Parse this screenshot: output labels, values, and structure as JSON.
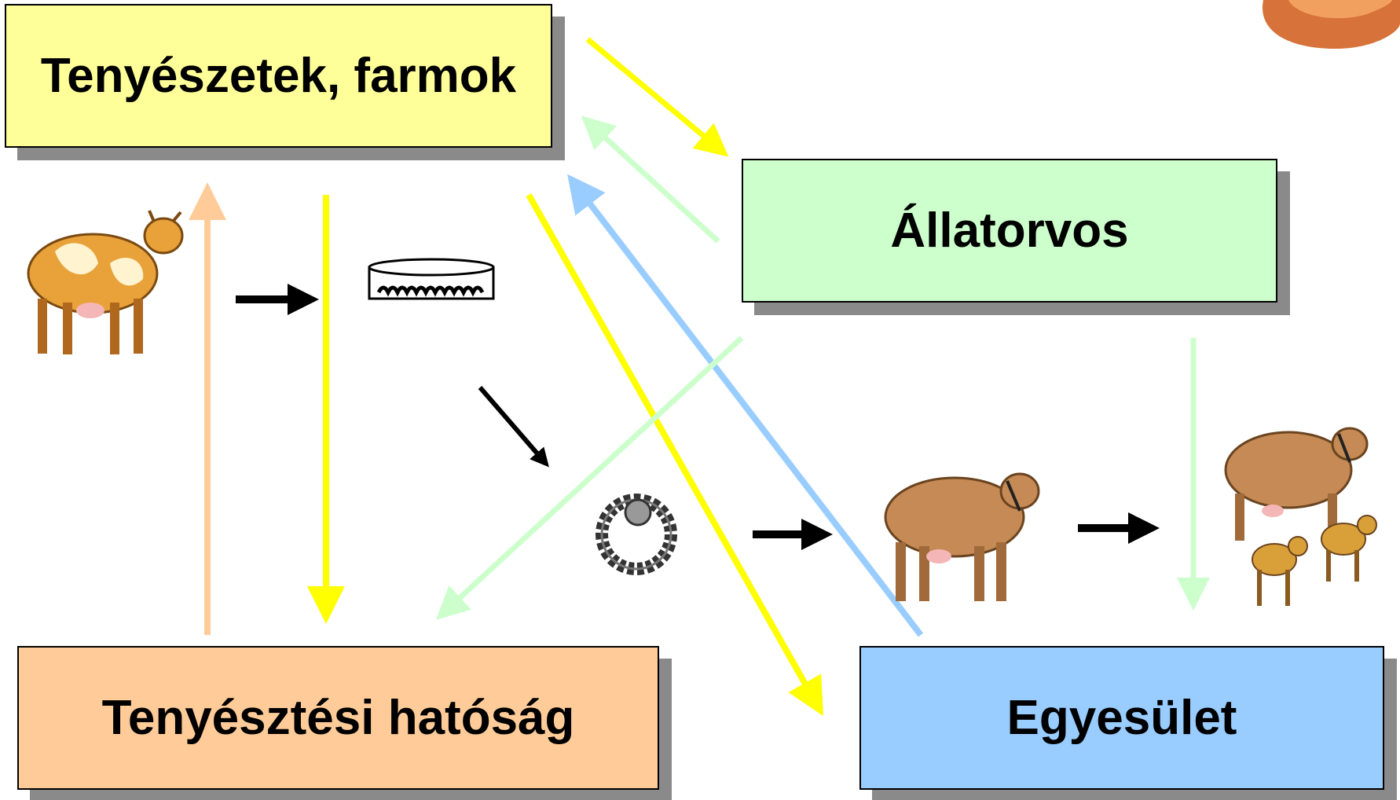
{
  "boxes": {
    "farms": {
      "label": "Tenyészetek, farmok",
      "color": "#ffff99"
    },
    "vet": {
      "label": "Állatorvos",
      "color": "#ccffcc"
    },
    "authority": {
      "label": "Tenyésztési hatóság",
      "color": "#ffcc99"
    },
    "association": {
      "label": "Egyesület",
      "color": "#99ccff"
    }
  },
  "arrow_colors": {
    "yellow": "#ffff00",
    "light_green": "#ccffcc",
    "blue": "#99ccff",
    "orange": "#ffcc99",
    "black": "#000000"
  },
  "icons": [
    "spotted-cow-icon",
    "semen-straws-icon",
    "embryo-icon",
    "brown-cow-icon",
    "cow-with-calves-icon",
    "corner-logo-icon"
  ]
}
